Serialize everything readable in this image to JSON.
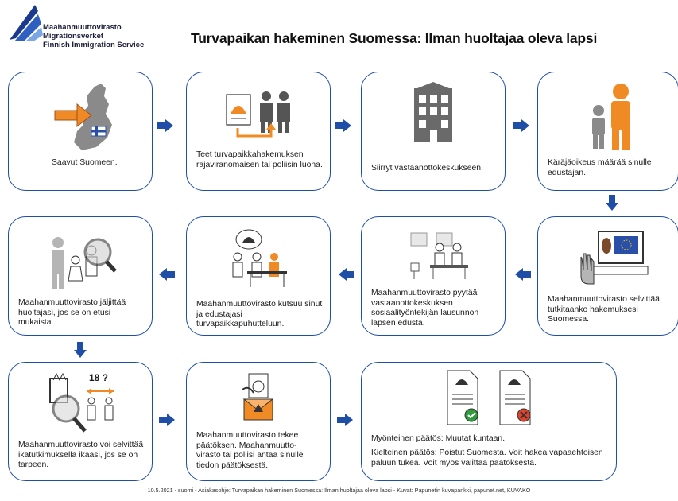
{
  "header": {
    "org_line1": "Maahanmuuttovirasto",
    "org_line2": "Migrationsverket",
    "org_line3": "Finnish Immigration Service",
    "title": "Turvapaikan hakeminen Suomessa: Ilman huoltajaa oleva lapsi"
  },
  "steps": [
    {
      "text": "Saavut Suomeen."
    },
    {
      "text": "Teet turvapaikkahakemuksen rajaviranomaisen tai poliisin luona."
    },
    {
      "text": "Siirryt vastaanottokeskukseen."
    },
    {
      "text": "Käräjäoikeus määrää sinulle edustajan."
    },
    {
      "text": "Maahanmuuttovirasto selvittää, tutkitaanko hakemuksesi Suomessa."
    },
    {
      "text": "Maahanmuuttovirasto pyytää vastaanottokeskuksen sosiaalityöntekijän lausunnon lapsen edusta."
    },
    {
      "text": "Maahanmuuttovirasto kutsuu sinut ja edustajasi turvapaikkapuhutteluun."
    },
    {
      "text": "Maahanmuuttovirasto jäljittää huoltajasi, jos se on etusi mukaista."
    },
    {
      "text": "Maahanmuuttovirasto voi selvittää ikätutkimuksella ikääsi, jos se on tarpeen."
    },
    {
      "text": "Maahanmuuttovirasto tekee päätöksen. Maahanmuutto-virasto tai poliisi antaa sinulle tiedon päätöksestä."
    },
    {
      "text": "Myönteinen päätös: Muutat kuntaan.",
      "text2": "Kielteinen päätös: Poistut Suomesta. Voit hakea vapaaehtoisen paluun tukea. Voit myös valittaa päätöksestä."
    }
  ],
  "age_label": "18 ?",
  "footer": "10.5.2021 - suomi - Asiakasohje: Turvapaikan hakeminen Suomessa: Ilman huoltajaa oleva lapsi - Kuvat: Papunetin kuvapankki, papunet.net, KUVAKO",
  "colors": {
    "border": "#1f4ea6",
    "arrow": "#1f4ea6",
    "orange": "#f08a24",
    "green": "#2e9c3a",
    "red": "#e0432b",
    "grey": "#7a7a7a"
  }
}
